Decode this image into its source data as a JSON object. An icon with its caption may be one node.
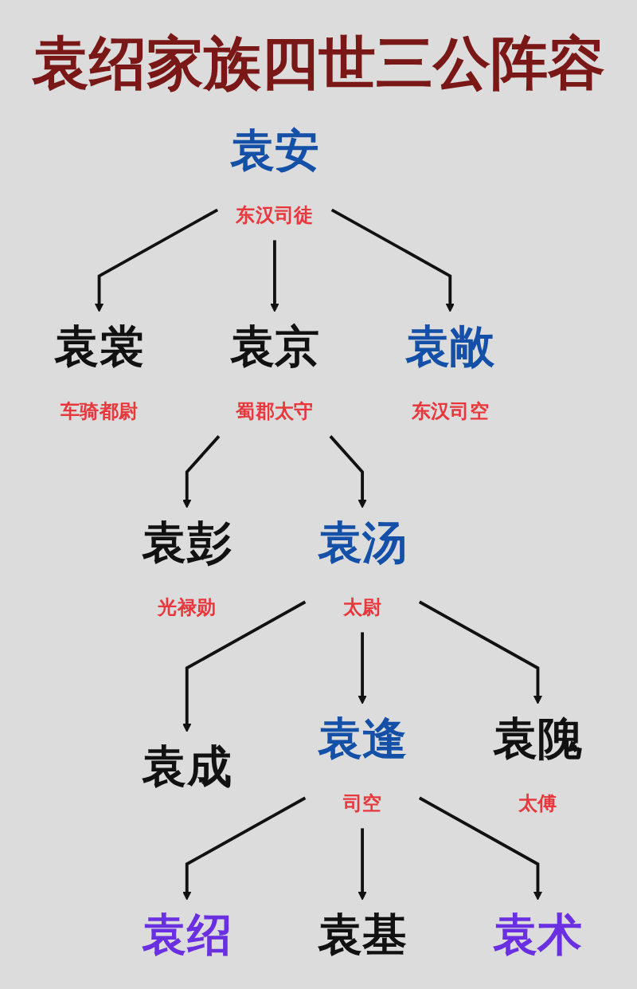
{
  "diagram": {
    "title": "袁绍家族四世三公阵容",
    "nodes": [
      {
        "text": [
          "袁安"
        ],
        "beside": [
          "东汉司徒"
        ]
      },
      {
        "text": [
          "袁裳"
        ],
        "beside": [
          "车骑都尉"
        ]
      },
      {
        "text": [
          "袁京"
        ],
        "beside": [
          "蜀郡太守"
        ]
      },
      {
        "text": [
          "袁敞"
        ],
        "beside": [
          "东汉司空"
        ]
      },
      {
        "text": [
          "袁彭"
        ],
        "beside": [
          "光禄勋"
        ]
      },
      {
        "text": [
          "袁汤"
        ],
        "beside": [
          "太尉"
        ]
      },
      {
        "text": [
          "袁成"
        ]
      },
      {
        "text": [
          "袁逢"
        ],
        "beside": [
          "司空"
        ]
      },
      {
        "text": [
          "袁隗"
        ],
        "beside": [
          "太傅"
        ]
      },
      {
        "text": [
          "袁绍"
        ]
      },
      {
        "text": [
          "袁基"
        ]
      },
      {
        "text": [
          "袁术"
        ]
      }
    ],
    "edges": [
      {
        "from": 0,
        "to": 1,
        "arrow": "to"
      },
      {
        "from": 0,
        "to": 2,
        "arrow": "to"
      },
      {
        "from": 0,
        "to": 3,
        "arrow": "to"
      },
      {
        "from": 2,
        "to": 4,
        "arrow": "to"
      },
      {
        "from": 2,
        "to": 5,
        "arrow": "to"
      },
      {
        "from": 5,
        "to": 6,
        "arrow": "to"
      },
      {
        "from": 5,
        "to": 7,
        "arrow": "to"
      },
      {
        "from": 5,
        "to": 8,
        "arrow": "to"
      },
      {
        "from": 7,
        "to": 9,
        "arrow": "to"
      },
      {
        "from": 7,
        "to": 10,
        "arrow": "to"
      },
      {
        "from": 7,
        "to": 11,
        "arrow": "to"
      }
    ]
  }
}
